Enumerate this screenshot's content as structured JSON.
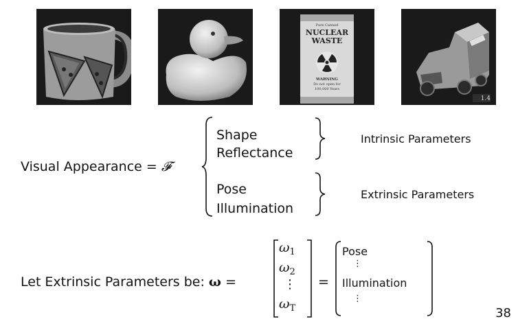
{
  "images": [
    {
      "name": "mug-photo"
    },
    {
      "name": "rubber-duck-photo"
    },
    {
      "name": "nuclear-waste-can-photo",
      "lines": [
        "Pure Canned",
        "NUCLEAR",
        "WASTE",
        "WARNING",
        "Do not open for",
        "100,000 Years"
      ]
    },
    {
      "name": "toy-truck-photo",
      "label": "1.4"
    }
  ],
  "equation": {
    "lhs": "Visual Appearance = ",
    "func": "𝓕",
    "group1": [
      "Shape",
      "Reflectance"
    ],
    "group1_label": "Intrinsic Parameters",
    "group2": [
      "Pose",
      "Illumination"
    ],
    "group2_label": "Extrinsic Parameters"
  },
  "definition": {
    "lhs": "Let Extrinsic Parameters be: ",
    "omega": "ω",
    "eq": "=",
    "vector": [
      "ω",
      "ω",
      "⋮",
      "ω"
    ],
    "subscripts": [
      "1",
      "2",
      "",
      "T"
    ],
    "equals": "=",
    "rhs": [
      "Pose",
      "⋮",
      "Illumination",
      "⋮"
    ]
  },
  "page_number": "38"
}
